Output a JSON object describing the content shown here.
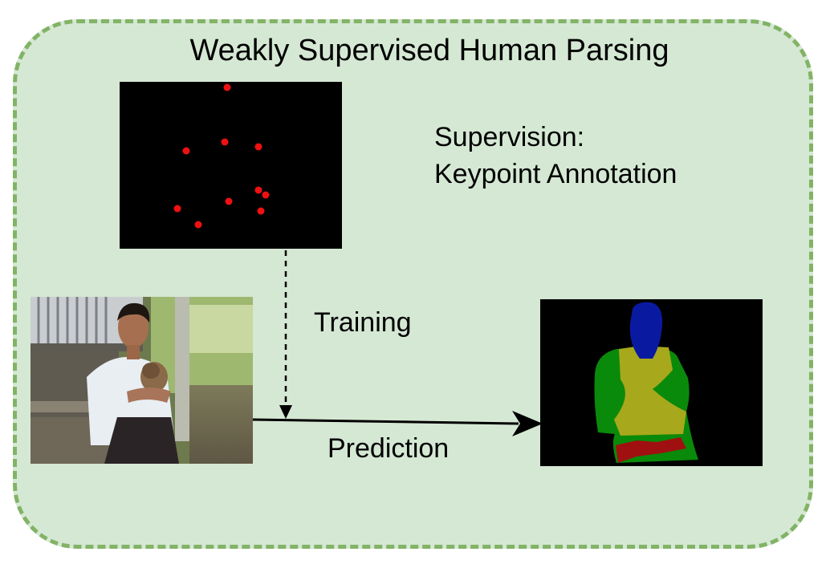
{
  "title": "Weakly Supervised Human Parsing",
  "supervision": {
    "line1": "Supervision:",
    "line2": "Keypoint Annotation"
  },
  "edges": {
    "training": "Training",
    "prediction": "Prediction"
  },
  "colors": {
    "frame_fill": "#d5e8d4",
    "frame_border": "#82b366",
    "keypoint": "#ee1111",
    "head": "#0a1aa0",
    "upper_clothes": "#a8a81c",
    "arms": "#0a8a0a",
    "pants": "#a01010"
  },
  "icons": {
    "input_image": "photo-of-man-holding-puppy",
    "keypoint_map": "keypoint-annotation-map",
    "parsing_result": "human-parsing-segmentation"
  }
}
